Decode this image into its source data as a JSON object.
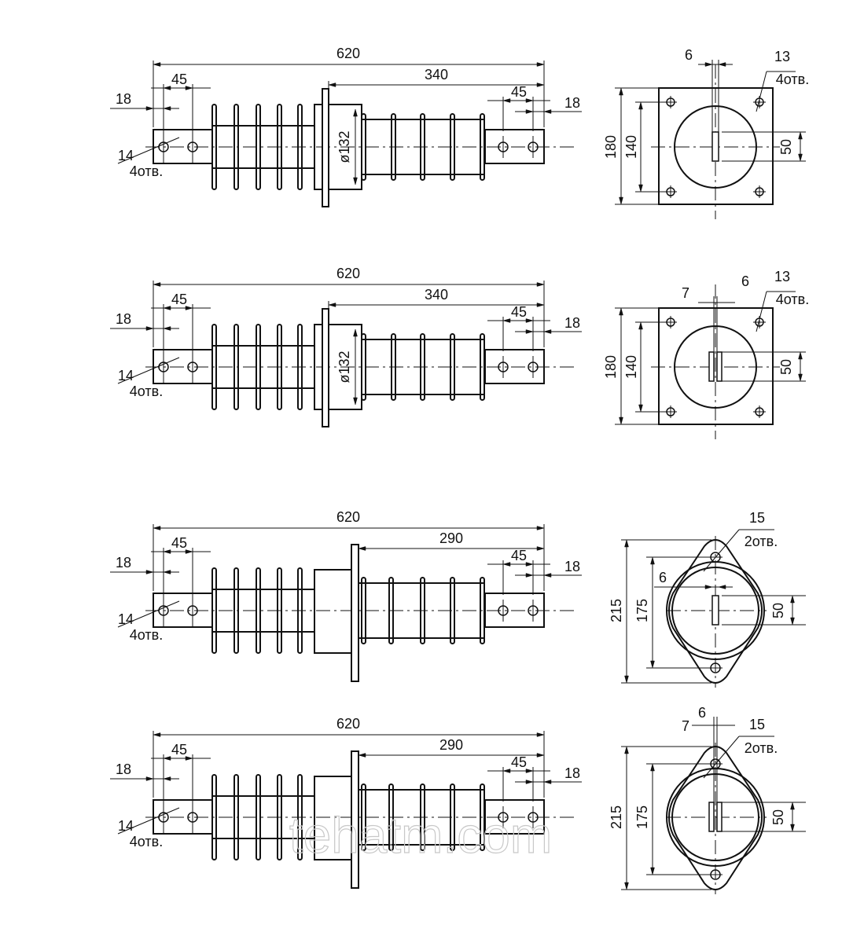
{
  "drawings": [
    {
      "side": {
        "overall": "620",
        "center_length": "340",
        "diameter": "ø132",
        "left_offset": "45",
        "left_edge": "18",
        "hole_dia": "14",
        "hole_count": "4отв.",
        "right_offset": "45",
        "right_edge": "18",
        "body": "ring"
      },
      "end": {
        "flange": "square",
        "outer": "180",
        "bolt_span": "140",
        "slot_length": "50",
        "slot_width": "6",
        "hole_dia": "13",
        "hole_count": "4отв.",
        "slots": 1
      }
    },
    {
      "side": {
        "overall": "620",
        "center_length": "340",
        "diameter": "ø132",
        "left_offset": "45",
        "left_edge": "18",
        "hole_dia": "14",
        "hole_count": "4отв.",
        "right_offset": "45",
        "right_edge": "18",
        "body": "ring"
      },
      "end": {
        "flange": "square",
        "outer": "180",
        "bolt_span": "140",
        "slot_length": "50",
        "slot_gap": "7",
        "slot_width": "6",
        "hole_dia": "13",
        "hole_count": "4отв.",
        "slots": 2
      }
    },
    {
      "side": {
        "overall": "620",
        "center_length": "290",
        "left_offset": "45",
        "left_edge": "18",
        "hole_dia": "14",
        "hole_count": "4отв.",
        "right_offset": "45",
        "right_edge": "18",
        "body": "flange"
      },
      "end": {
        "flange": "oval",
        "outer": "215",
        "bolt_span": "175",
        "slot_length": "50",
        "slot_width": "6",
        "hole_dia": "15",
        "hole_count": "2отв.",
        "slots": 1
      }
    },
    {
      "side": {
        "overall": "620",
        "center_length": "290",
        "left_offset": "45",
        "left_edge": "18",
        "hole_dia": "14",
        "hole_count": "4отв.",
        "right_offset": "45",
        "right_edge": "18",
        "body": "flange"
      },
      "end": {
        "flange": "oval",
        "outer": "215",
        "bolt_span": "175",
        "slot_length": "50",
        "slot_gap": "7",
        "slot_width": "6",
        "hole_dia": "15",
        "hole_count": "2отв.",
        "slots": 2
      }
    }
  ],
  "watermark": "tehatm.com"
}
